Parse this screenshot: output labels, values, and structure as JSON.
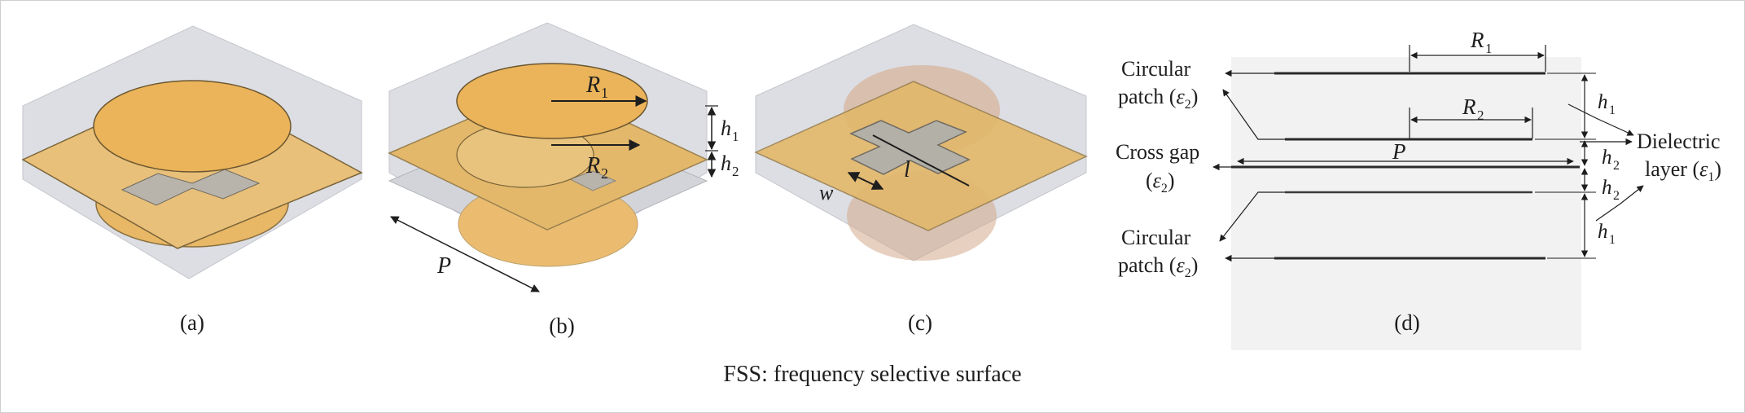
{
  "panels": {
    "a": {
      "caption": "(a)"
    },
    "b": {
      "caption": "(b)",
      "R1": "R",
      "R1_sub": "1",
      "R2": "R",
      "R2_sub": "2",
      "h1": "h",
      "h1_sub": "1",
      "h2": "h",
      "h2_sub": "2",
      "P": "P"
    },
    "c": {
      "caption": "(c)",
      "l": "l",
      "w": "w"
    },
    "d": {
      "caption": "(d)",
      "R1": "R",
      "R1_sub": "1",
      "R2": "R",
      "R2_sub": "2",
      "P": "P",
      "h1_top": "h",
      "h1_top_sub": "1",
      "h2_top": "h",
      "h2_top_sub": "2",
      "h2_bot": "h",
      "h2_bot_sub": "2",
      "h1_bot": "h",
      "h1_bot_sub": "1",
      "circ_top_line1": "Circular",
      "circ_top_line2": "patch (",
      "circ_bot_line1": "Circular",
      "circ_bot_line2": "patch (",
      "eps": "ε",
      "eps2_sub": "2",
      "eps1_sub": "1",
      "cross_line1": "Cross gap",
      "cross_line2": "(",
      "diel_line1": "Dielectric",
      "diel_line2": "layer (",
      "close_paren": ")"
    }
  },
  "caption": "FSS: frequency selective surface",
  "colors": {
    "substrate": "#e8b560",
    "patch": "#ebb45a",
    "box": "#d9dbe0",
    "gap": "#b3b0a8",
    "ink": "#1e1e1e"
  }
}
